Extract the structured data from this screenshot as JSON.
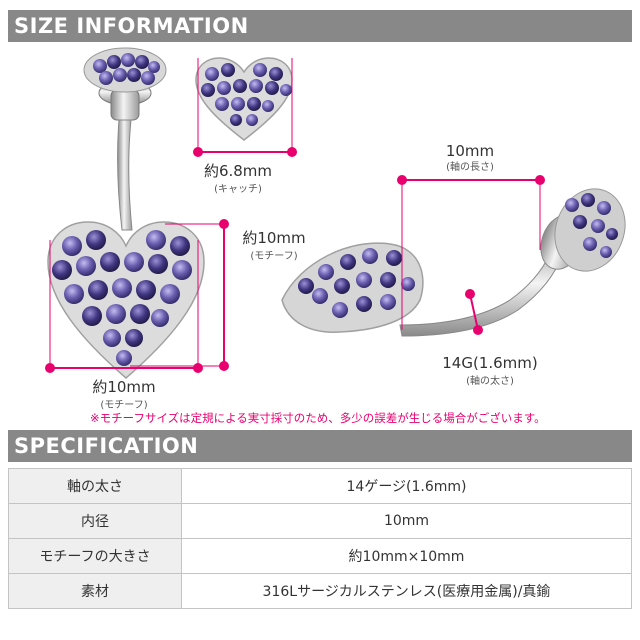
{
  "size_header": "SIZE INFORMATION",
  "spec_header": "SPECIFICATION",
  "dimensions": {
    "catch_size": "約6.8mm",
    "catch_label": "(キャッチ)",
    "motif_height": "約10mm",
    "motif_height_label": "(モチーフ)",
    "motif_width": "約10mm",
    "motif_width_label": "(モチーフ)",
    "shaft_length": "10mm",
    "shaft_length_label": "(軸の長さ)",
    "gauge": "14G(1.6mm)",
    "gauge_label": "(軸の太さ)"
  },
  "note": "※モチーフサイズは定規による実寸採寸のため、多少の誤差が生じる場合がございます。",
  "spec": [
    {
      "label": "軸の太さ",
      "value": "14ゲージ(1.6mm)"
    },
    {
      "label": "内径",
      "value": "10mm"
    },
    {
      "label": "モチーフの大きさ",
      "value": "約10mm×10mm"
    },
    {
      "label": "素材",
      "value": "316Lサージカルステンレス(医療用金属)/真鍮"
    }
  ],
  "colors": {
    "accent": "#e8006f",
    "header_bg": "#888888",
    "gem": "#4a3f8a",
    "gem_light": "#9c91d6"
  }
}
